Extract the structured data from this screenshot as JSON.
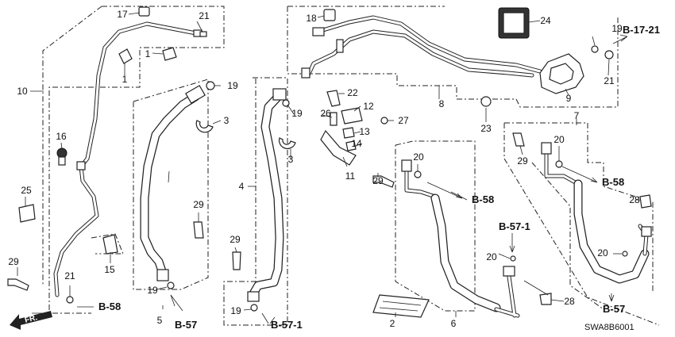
{
  "diagram": {
    "diagram_code": "SWA8B6001",
    "front_label": "FR.",
    "part_numbers": [
      "1",
      "1",
      "2",
      "3",
      "3",
      "4",
      "5",
      "6",
      "7",
      "8",
      "9",
      "10",
      "11",
      "12",
      "13",
      "14",
      "15",
      "16",
      "17",
      "18",
      "19",
      "19",
      "19",
      "19",
      "19",
      "20",
      "20",
      "20",
      "20",
      "21",
      "21",
      "21",
      "22",
      "23",
      "24",
      "25",
      "26",
      "27",
      "28",
      "28",
      "29",
      "29",
      "29",
      "29",
      "29"
    ],
    "references": [
      "B-17-21",
      "B-58",
      "B-58",
      "B-58",
      "B-57",
      "B-57-1",
      "B-57-1",
      "B-57"
    ]
  }
}
